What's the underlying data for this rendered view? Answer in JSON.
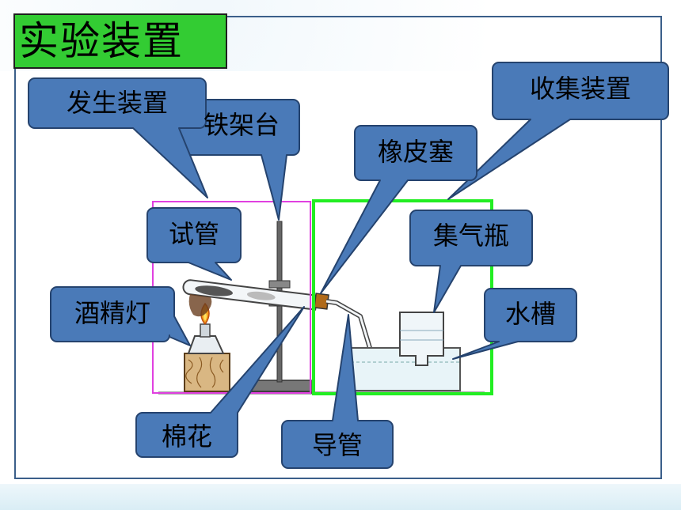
{
  "title": "实验装置",
  "colors": {
    "title_bg": "#33cc33",
    "callout_fill": "#4a7ab8",
    "callout_stroke": "#25436e",
    "generator_box": "#e040e0",
    "collector_box": "#22ee22",
    "frame": "#3b5f8a"
  },
  "callouts": {
    "generator": "发生装置",
    "stand": "铁架台",
    "stopper": "橡皮塞",
    "collector": "收集装置",
    "test_tube": "试管",
    "gas_bottle": "集气瓶",
    "lamp": "酒精灯",
    "trough": "水槽",
    "cotton": "棉花",
    "delivery_tube": "导管"
  }
}
